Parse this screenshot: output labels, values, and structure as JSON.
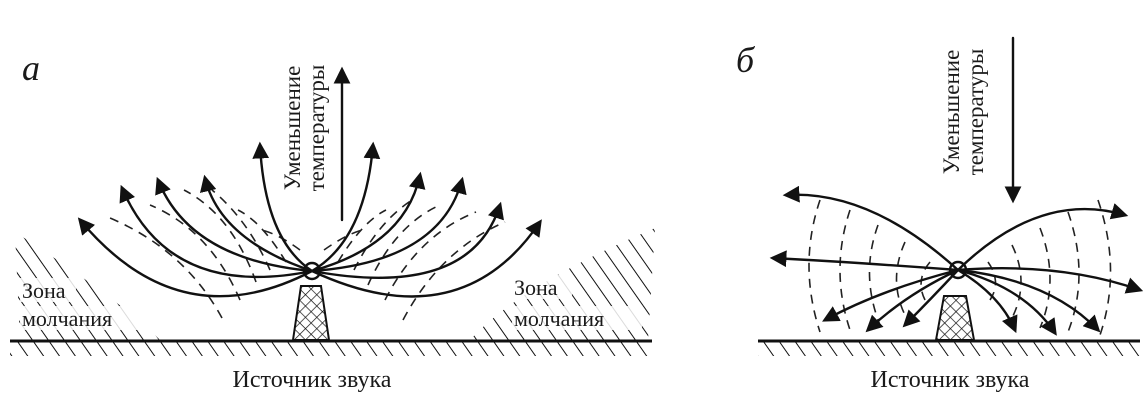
{
  "panels": [
    {
      "letter": "а",
      "arrow_label": [
        "Уменьшение",
        "температуры"
      ],
      "zone_left": [
        "Зона",
        "молчания"
      ],
      "zone_right": [
        "Зона",
        "молчания"
      ],
      "caption": "Источник звука"
    },
    {
      "letter": "б",
      "arrow_label": [
        "Уменьшение",
        "температуры"
      ],
      "caption": "Источник звука"
    }
  ]
}
